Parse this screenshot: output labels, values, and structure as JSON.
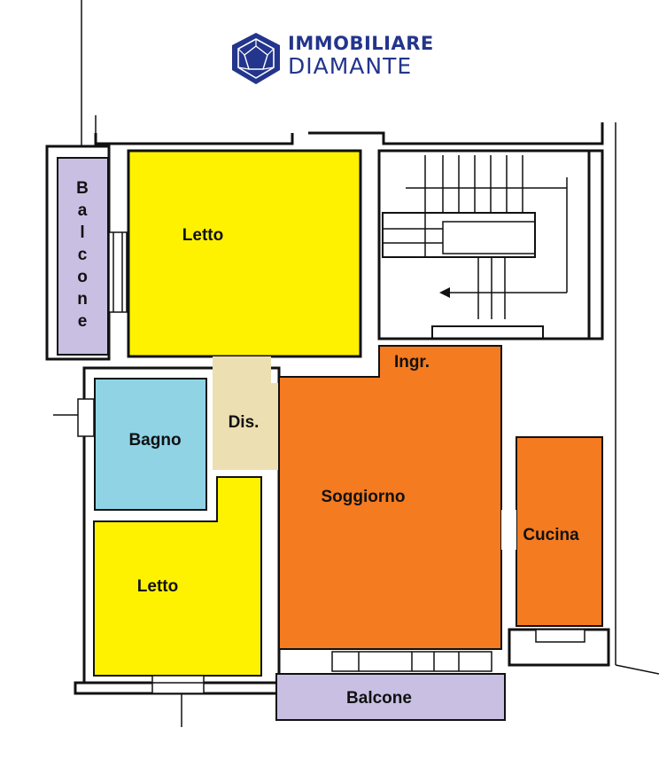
{
  "brand": {
    "line1": "IMMOBILIARE",
    "line2": "DIAMANTE",
    "color": "#23358c"
  },
  "colors": {
    "bedroom": "#fff200",
    "bathroom": "#8fd3e5",
    "hallway": "#ecdfb1",
    "living": "#f47b20",
    "balcony": "#c9bfe3",
    "walls": "#111111"
  },
  "rooms": {
    "balcone_side": "Balcone",
    "letto_top": "Letto",
    "bagno": "Bagno",
    "dis": "Dis.",
    "ingr": "Ingr.",
    "soggiorno": "Soggiorno",
    "cucina": "Cucina",
    "letto_bottom": "Letto",
    "balcone_bottom": "Balcone"
  }
}
